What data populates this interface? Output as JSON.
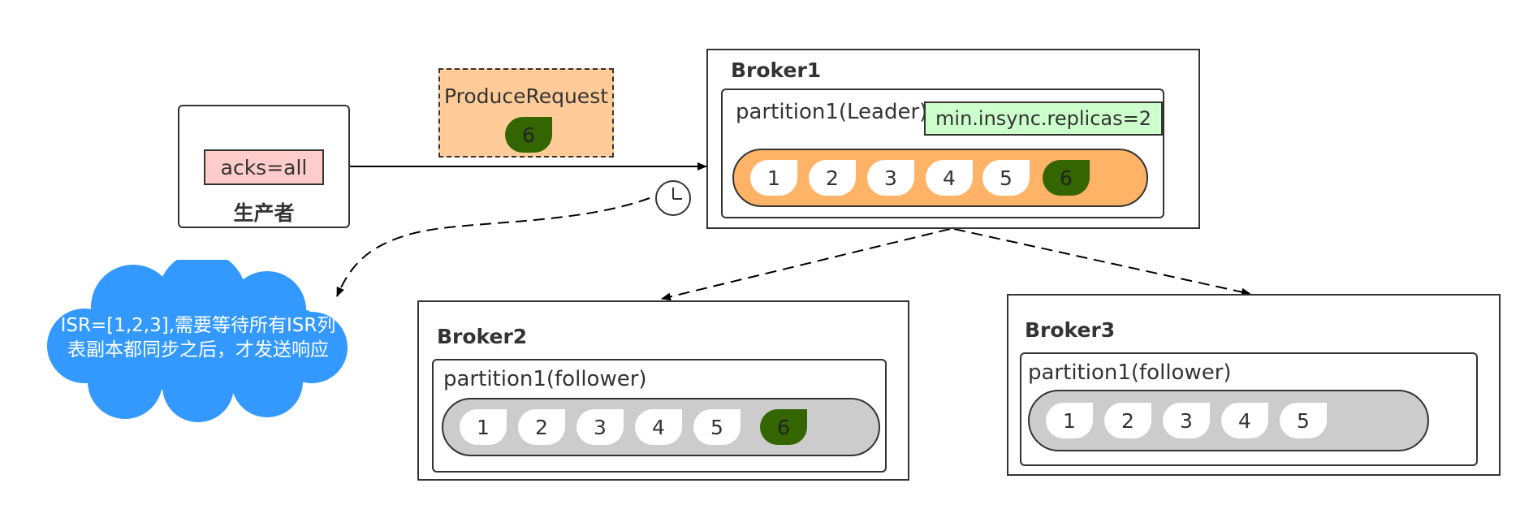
{
  "producer": {
    "label": "生产者",
    "acks_label": "acks=all"
  },
  "request": {
    "label": "ProduceRequest",
    "message": "6"
  },
  "broker1": {
    "title": "Broker1",
    "partition_label": "partition1(Leader)",
    "config_label": "min.insync.replicas=2",
    "messages": [
      "1",
      "2",
      "3",
      "4",
      "5",
      "6"
    ]
  },
  "broker2": {
    "title": "Broker2",
    "partition_label": "partition1(follower)",
    "messages": [
      "1",
      "2",
      "3",
      "4",
      "5",
      "6"
    ]
  },
  "broker3": {
    "title": "Broker3",
    "partition_label": "partition1(follower)",
    "messages": [
      "1",
      "2",
      "3",
      "4",
      "5"
    ]
  },
  "note": {
    "line1": "ISR=[1,2,3],需要等待所有ISR列",
    "line2": "表副本都同步之后，才发送响应"
  },
  "colors": {
    "acks_fill": "#ffcccc",
    "request_fill": "#ffcc99",
    "config_fill": "#ccffcc",
    "leader_log_fill": "#ffb366",
    "follower_log_fill": "#cccccc",
    "new_message_fill": "#336600",
    "cloud_fill": "#3399ff"
  },
  "icons": {
    "clock": "clock-icon",
    "cloud": "cloud-shape"
  }
}
